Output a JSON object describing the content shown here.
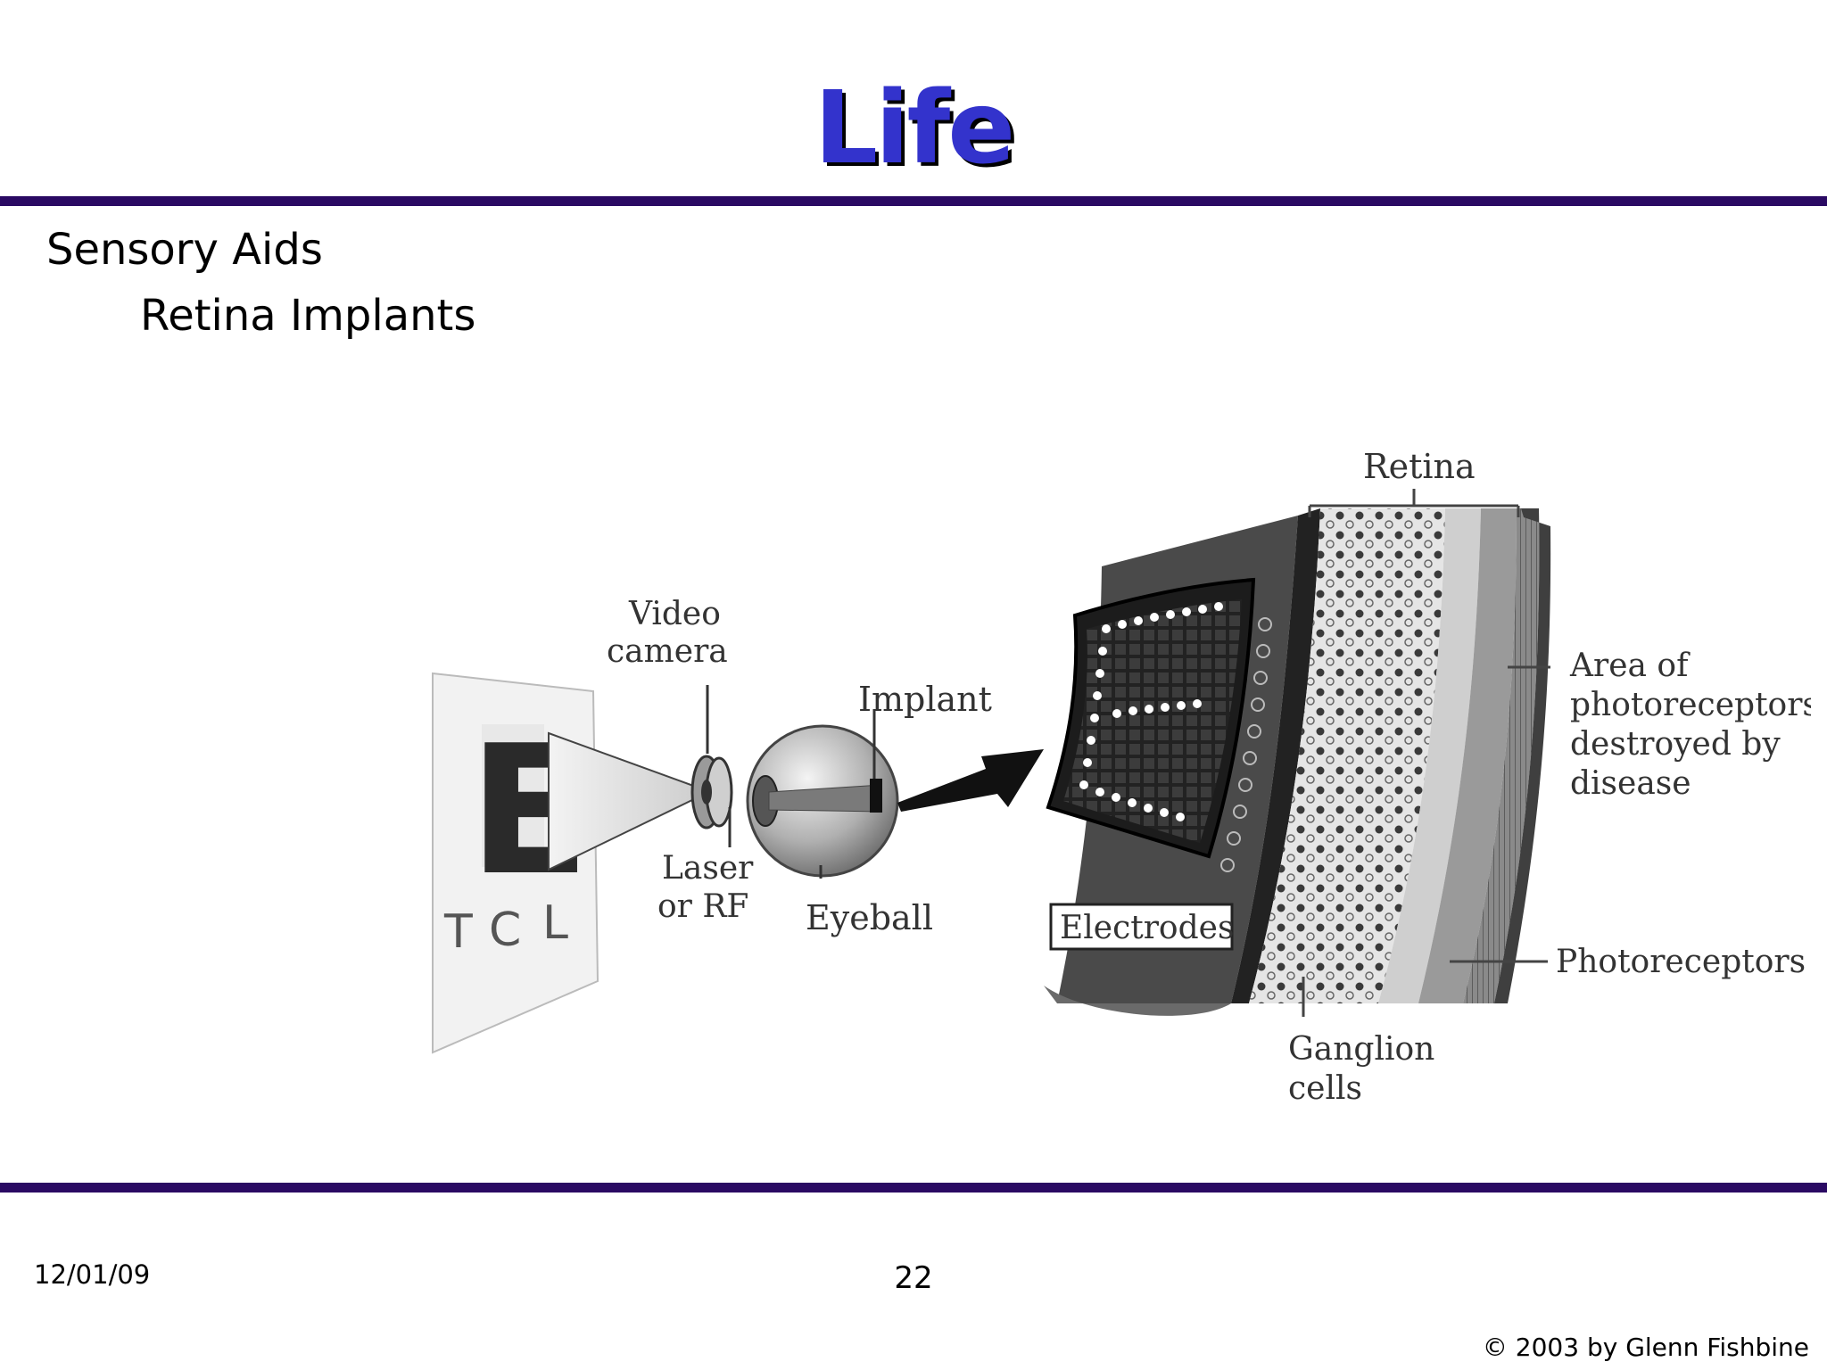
{
  "slide": {
    "title": "Life",
    "bullets": [
      "Sensory Aids",
      "Retina Implants"
    ]
  },
  "diagram": {
    "eye_chart_letters": {
      "big": "E",
      "row": [
        "T",
        "C",
        "L"
      ]
    },
    "labels": {
      "video_camera": [
        "Video",
        "camera"
      ],
      "laser": [
        "Laser",
        "or RF"
      ],
      "eyeball": "Eyeball",
      "implant": "Implant",
      "retina": "Retina",
      "electrodes": "Electrodes",
      "area": [
        "Area of",
        "photoreceptors",
        "destroyed by",
        "disease"
      ],
      "photoreceptors": "Photoreceptors",
      "ganglion": [
        "Ganglion",
        "cells"
      ]
    }
  },
  "footer": {
    "date": "12/01/09",
    "page": "22",
    "copyright": "© 2003 by Glenn Fishbine"
  },
  "colors": {
    "title": "#3333cc",
    "rule": "#2a0a63"
  }
}
